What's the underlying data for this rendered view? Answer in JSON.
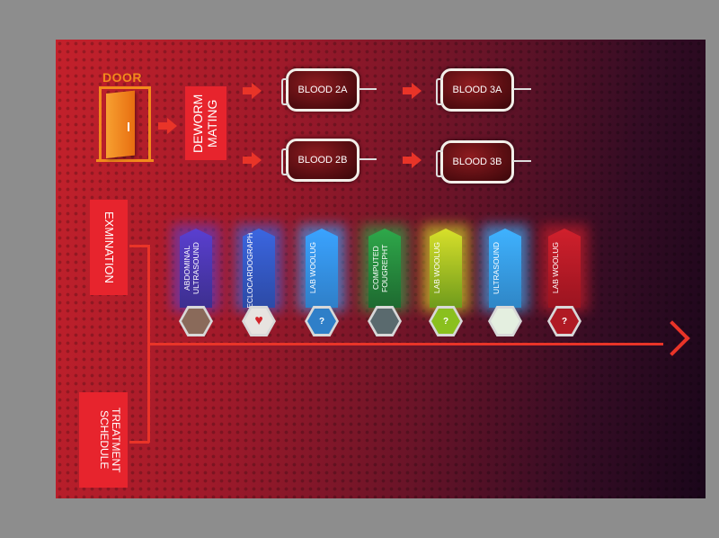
{
  "door": {
    "label": "DOOR"
  },
  "deworm": {
    "label": "DEWORM MATING"
  },
  "bags": {
    "b2a": "BLOOD 2A",
    "b3a": "BLOOD 3A",
    "b2b": "BLOOD 2B",
    "b3b": "BLOOD 3B"
  },
  "side": {
    "examination": "EXMINATION",
    "treatment": "TREATMENT SCHEDULE"
  },
  "tags": [
    {
      "label": "ABDOMINAL ULTRASOUND",
      "color": "#3d2f8f",
      "glow": "#5a3fd0",
      "hex": "#8a6a5a",
      "glyph": ""
    },
    {
      "label": "ECLOCARDOGRAPHY",
      "color": "#2c4aa6",
      "glow": "#3b66e0",
      "hex": "#e7e3e0",
      "glyph": "♥"
    },
    {
      "label": "LAB WOOLUG",
      "color": "#2f7fc8",
      "glow": "#3aa3ff",
      "hex": "#2f7fc8",
      "glyph": "?"
    },
    {
      "label": "COMPUTED FOUGREPHT",
      "color": "#1e6a30",
      "glow": "#2ea84a",
      "hex": "#5a6a6e",
      "glyph": ""
    },
    {
      "label": "LAB WOOLUG",
      "color": "#6f9b1c",
      "glow": "#d8e02a",
      "hex": "#8ac01e",
      "glyph": "?"
    },
    {
      "label": "ULTRASOUND",
      "color": "#2f86c6",
      "glow": "#3fb2ff",
      "hex": "#e4efe0",
      "glyph": ""
    },
    {
      "label": "LAB WOOLUG",
      "color": "#9a1420",
      "glow": "#d0202c",
      "hex": "#b01a24",
      "glyph": "?"
    }
  ]
}
